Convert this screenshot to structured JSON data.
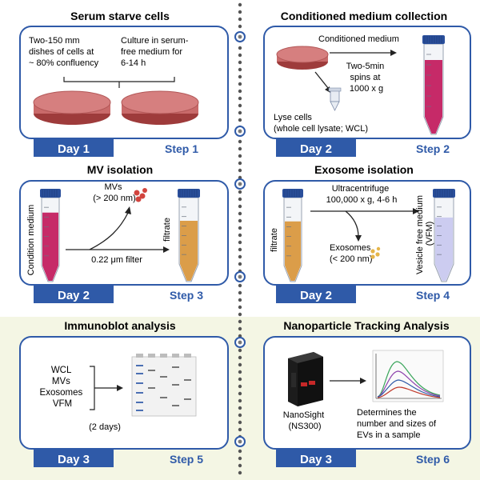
{
  "colors": {
    "panel_border": "#2f5aa8",
    "day_bar": "#2f5aa8",
    "step_text": "#2f5aa8",
    "day3_bg": "#f4f6e4",
    "media_pink": "#c2185b",
    "media_amber": "#d9953a",
    "media_lavender": "#c9c8ef",
    "cap_blue": "#2a4f9b",
    "vesicle_red": "#d2443e",
    "vesicle_yellow": "#e5b54a"
  },
  "panels": [
    {
      "title": "Serum starve cells",
      "day": "Day 1",
      "step": "Step 1",
      "note_left": [
        "Two-150 mm",
        "dishes of cells at",
        "~ 80% confluency"
      ],
      "note_right": [
        "Culture in serum-",
        "free medium for",
        "6-14 h"
      ]
    },
    {
      "title": "Conditioned medium collection",
      "day": "Day 2",
      "step": "Step 2",
      "label_medium": "Conditioned medium",
      "label_spin": [
        "Two-5min",
        "spins at",
        "1000 x g"
      ],
      "label_lyse": [
        "Lyse cells",
        "(whole cell lysate; WCL)"
      ]
    },
    {
      "title": "MV isolation",
      "day": "Day 2",
      "step": "Step 3",
      "tube_left": "Condition medium",
      "tube_right": "filtrate",
      "label_mvs": [
        "MVs",
        "(> 200 nm)"
      ],
      "label_filter": "0.22 μm filter"
    },
    {
      "title": "Exosome isolation",
      "day": "Day 2",
      "step": "Step 4",
      "tube_left": "filtrate",
      "tube_right": [
        "Vesicle free medium",
        "(VFM)"
      ],
      "label_ultra": [
        "Ultracentrifuge",
        "100,000 x g, 4-6 h"
      ],
      "label_exo": [
        "Exosomes",
        "(< 200 nm)"
      ]
    },
    {
      "title": "Immunoblot analysis",
      "day": "Day 3",
      "step": "Step 5",
      "samples": [
        "WCL",
        "MVs",
        "Exosomes",
        "VFM"
      ],
      "duration": "(2 days)"
    },
    {
      "title": "Nanoparticle Tracking Analysis",
      "day": "Day 3",
      "step": "Step 6",
      "instrument": [
        "NanoSight",
        "(NS300)"
      ],
      "result": [
        "Determines the",
        "number and sizes of",
        "EVs in a sample"
      ]
    }
  ]
}
